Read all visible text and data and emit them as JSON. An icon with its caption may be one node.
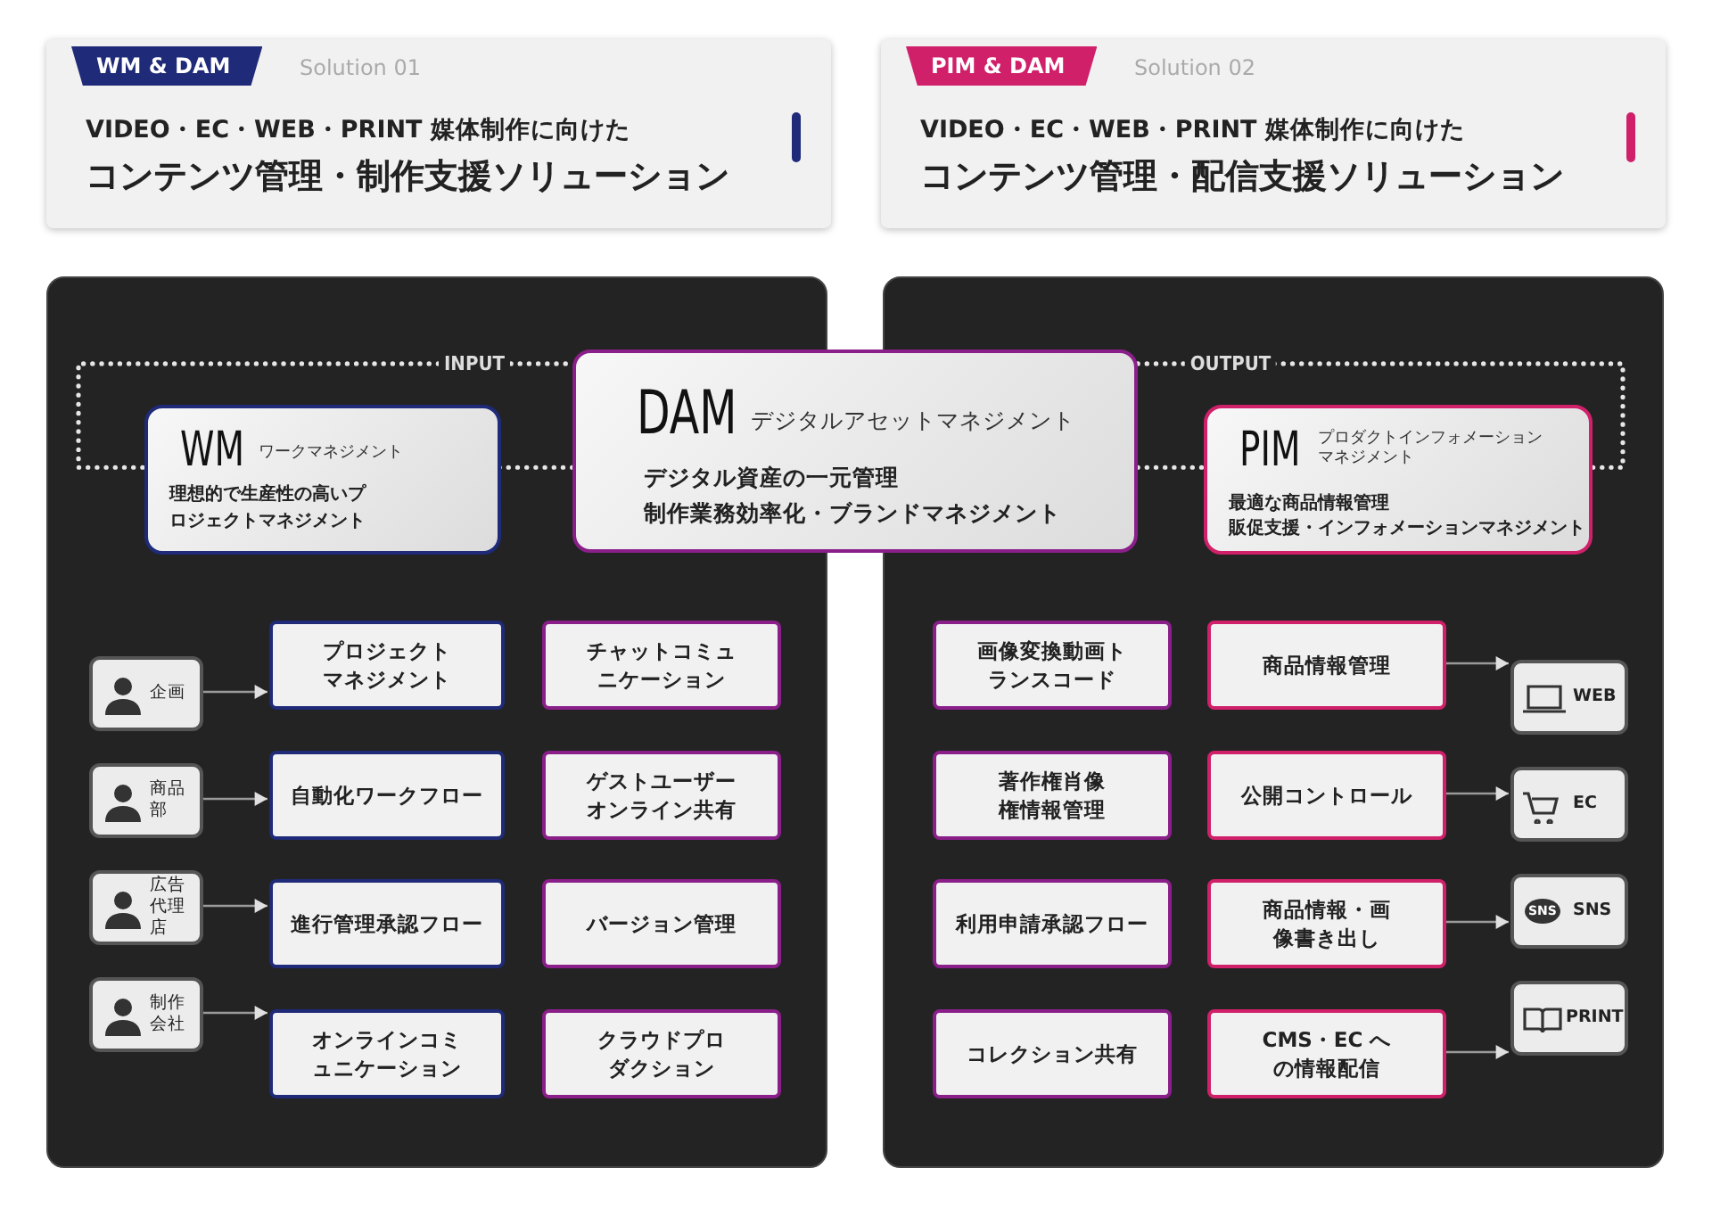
{
  "diagram": {
    "nodes": [
      {
        "text": [
          "WM & DAM",
          "Solution 01",
          "VIDEO・EC・WEB・PRINT 媒体制作に向けた",
          "コンテンツ管理・制作支援ソリューション"
        ]
      },
      {
        "text": [
          "PIM & DAM",
          "Solution 02",
          "VIDEO・EC・WEB・PRINT 媒体制作に向けた",
          "コンテンツ管理・配信支援ソリューション"
        ]
      },
      {
        "text": [],
        "shape": "box"
      },
      {
        "text": [],
        "shape": "box"
      },
      {
        "text": [
          "DAM",
          "デジタルアセットマネジメント",
          "デジタル資産の一元管理",
          "制作業務効率化・ブランドマネジメント"
        ]
      },
      {
        "text": [
          "WM",
          "ワークマネジメント",
          "理想的で生産性の高いプロジェクトマネジメント"
        ],
        "in": 2
      },
      {
        "text": [
          "PIM",
          "プロダクトインフォメーションマネジメント",
          "最適な商品情報管理",
          "販促支援・インフォメーションマネジメント"
        ],
        "in": 3
      },
      {
        "text": [
          "企画"
        ],
        "in": 2
      },
      {
        "text": [
          "プロジェクトマネジメント"
        ],
        "in": 2
      },
      {
        "text": [
          "チャットコミュニケーション"
        ],
        "in": 2
      },
      {
        "text": [
          "商品部"
        ],
        "in": 2
      },
      {
        "text": [
          "自動化ワークフロー"
        ],
        "in": 2
      },
      {
        "text": [
          "ゲストユーザーオンライン共有"
        ],
        "in": 2
      },
      {
        "text": [
          "広告代理店"
        ],
        "in": 2
      },
      {
        "text": [
          "進行管理承認フロー"
        ],
        "in": 2
      },
      {
        "text": [
          "バージョン管理"
        ],
        "in": 2
      },
      {
        "text": [
          "制作会社"
        ],
        "in": 2
      },
      {
        "text": [
          "オンラインコミュニケーション"
        ],
        "in": 2
      },
      {
        "text": [
          "クラウドプロダクション"
        ],
        "in": 2
      },
      {
        "text": [
          "画像変換動画トランスコード"
        ],
        "in": 3
      },
      {
        "text": [
          "商品情報管理"
        ],
        "in": 3
      },
      {
        "text": [
          "WEB"
        ],
        "in": 3
      },
      {
        "text": [
          "著作権肖像権情報管理"
        ],
        "in": 3
      },
      {
        "text": [
          "公開コントロール"
        ],
        "in": 3
      },
      {
        "text": [
          "EC"
        ],
        "in": 3
      },
      {
        "text": [
          "利用申請承認フロー"
        ],
        "in": 3
      },
      {
        "text": [
          "商品情報・画像書き出し"
        ],
        "in": 3
      },
      {
        "text": [
          "SNS",
          "SNS"
        ],
        "in": 3
      },
      {
        "text": [
          "コレクション共有"
        ],
        "in": 3
      },
      {
        "text": [
          "CMS・EC への情報配信"
        ],
        "in": 3
      },
      {
        "text": [
          "PRINT"
        ],
        "in": 3
      }
    ],
    "edges": [
      {
        "from": 5,
        "to": 4,
        "arrow": "none",
        "style": "dashed",
        "label": "INPUT"
      },
      {
        "from": 5,
        "to": 4,
        "arrow": "none",
        "style": "dashed"
      },
      {
        "from": 4,
        "to": 6,
        "arrow": "none",
        "style": "dashed"
      },
      {
        "from": 4,
        "to": 6,
        "arrow": "none",
        "style": "dashed",
        "label": "OUTPUT"
      },
      {
        "from": 7,
        "to": 8,
        "arrow": "to"
      },
      {
        "from": 10,
        "to": 11,
        "arrow": "to"
      },
      {
        "from": 13,
        "to": 14,
        "arrow": "to"
      },
      {
        "from": 16,
        "to": 17,
        "arrow": "to"
      },
      {
        "from": 20,
        "to": 21,
        "arrow": "to"
      },
      {
        "from": 23,
        "to": 24,
        "arrow": "to"
      },
      {
        "from": 26,
        "to": 27,
        "arrow": "to"
      },
      {
        "from": 29,
        "to": 30,
        "arrow": "to"
      }
    ]
  }
}
